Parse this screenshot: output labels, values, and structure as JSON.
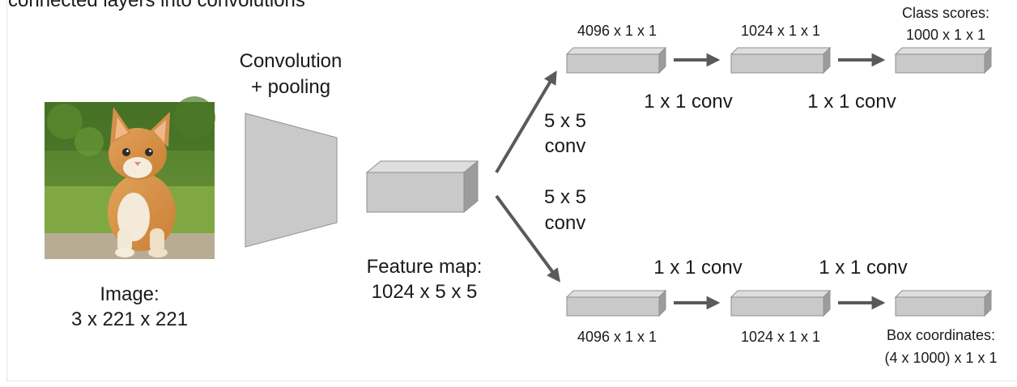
{
  "heading_fragment": "connected layers into convolutions",
  "input": {
    "label_line1": "Image:",
    "label_line2": "3 x 221 x 221",
    "image_description_icon": "kitten-photo"
  },
  "conv_pool": {
    "label_line1": "Convolution",
    "label_line2": "+ pooling"
  },
  "feature_map": {
    "label_line1": "Feature map:",
    "label_line2": "1024 x 5 x 5"
  },
  "branch_conv": {
    "top_line1": "5 x 5",
    "top_line2": "conv",
    "bottom_line1": "5 x 5",
    "bottom_line2": "conv"
  },
  "top_branch": {
    "layer1": "4096 x 1 x 1",
    "layer2": "1024 x 1 x 1",
    "output_line1": "Class scores:",
    "output_line2": "1000 x 1 x 1",
    "conv1": "1 x 1 conv",
    "conv2": "1 x 1 conv"
  },
  "bottom_branch": {
    "layer1": "4096 x 1 x 1",
    "layer2": "1024 x 1 x 1",
    "output_line1": "Box coordinates:",
    "output_line2": "(4 x 1000) x 1 x 1",
    "conv1": "1 x 1 conv",
    "conv2": "1 x 1 conv"
  },
  "colors": {
    "block_front": "#c9c9c9",
    "block_top": "#dedede",
    "block_side": "#9c9c9c",
    "arrow": "#5a5a5a",
    "text": "#1a1a1a"
  }
}
